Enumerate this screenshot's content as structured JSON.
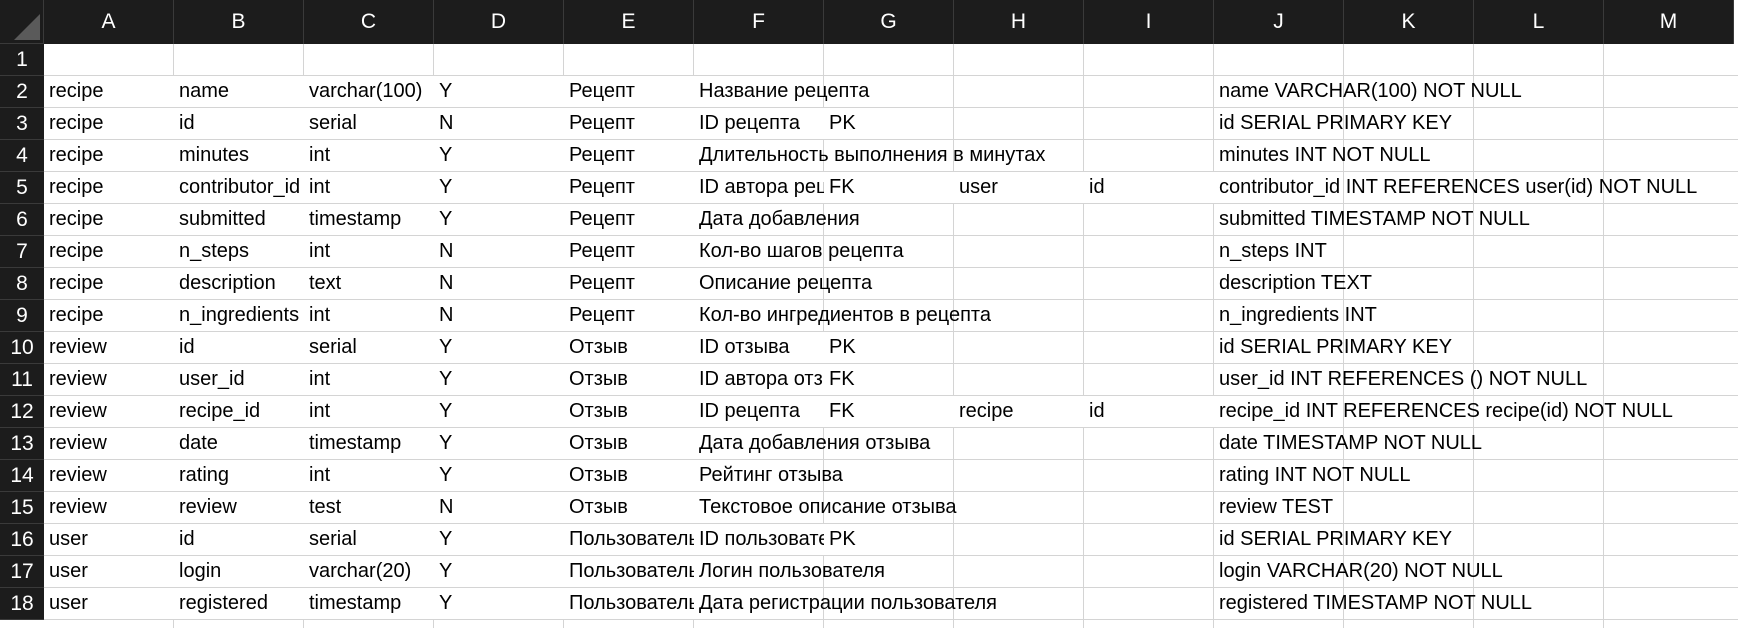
{
  "columns": [
    "A",
    "B",
    "C",
    "D",
    "E",
    "F",
    "G",
    "H",
    "I",
    "J",
    "K",
    "L",
    "M"
  ],
  "rows": [
    {
      "num": "1",
      "cells": [
        "",
        "",
        "",
        "",
        "",
        "",
        "",
        "",
        "",
        "",
        "",
        "",
        ""
      ]
    },
    {
      "num": "2",
      "cells": [
        "recipe",
        "name",
        "varchar(100)",
        "Y",
        "Рецепт",
        "Название рецепта",
        "",
        "",
        "",
        "name VARCHAR(100)  NOT NULL",
        "",
        "",
        ""
      ]
    },
    {
      "num": "3",
      "cells": [
        "recipe",
        "id",
        "serial",
        "N",
        "Рецепт",
        "ID рецепта",
        "PK",
        "",
        "",
        "id SERIAL PRIMARY KEY",
        "",
        "",
        ""
      ]
    },
    {
      "num": "4",
      "cells": [
        "recipe",
        "minutes",
        "int",
        "Y",
        "Рецепт",
        "Длительность выполнения в минутах",
        "",
        "",
        "",
        "minutes INT  NOT NULL",
        "",
        "",
        ""
      ]
    },
    {
      "num": "5",
      "cells": [
        "recipe",
        "contributor_id",
        "int",
        "Y",
        "Рецепт",
        "ID автора рецепта",
        "FK",
        "user",
        "id",
        "contributor_id INT REFERENCES user(id) NOT NULL",
        "",
        "",
        ""
      ]
    },
    {
      "num": "6",
      "cells": [
        "recipe",
        "submitted",
        "timestamp",
        "Y",
        "Рецепт",
        "Дата добавления",
        "",
        "",
        "",
        "submitted TIMESTAMP  NOT NULL",
        "",
        "",
        ""
      ]
    },
    {
      "num": "7",
      "cells": [
        "recipe",
        "n_steps",
        "int",
        "N",
        "Рецепт",
        "Кол-во шагов рецепта",
        "",
        "",
        "",
        "n_steps INT",
        "",
        "",
        ""
      ]
    },
    {
      "num": "8",
      "cells": [
        "recipe",
        "description",
        "text",
        "N",
        "Рецепт",
        "Описание рецепта",
        "",
        "",
        "",
        "description TEXT",
        "",
        "",
        ""
      ]
    },
    {
      "num": "9",
      "cells": [
        "recipe",
        "n_ingredients",
        "int",
        "N",
        "Рецепт",
        "Кол-во ингредиентов в рецепта",
        "",
        "",
        "",
        "n_ingredients INT",
        "",
        "",
        ""
      ]
    },
    {
      "num": "10",
      "cells": [
        "review",
        "id",
        "serial",
        "Y",
        "Отзыв",
        "ID отзыва",
        "PK",
        "",
        "",
        "id SERIAL PRIMARY KEY",
        "",
        "",
        ""
      ]
    },
    {
      "num": "11",
      "cells": [
        "review",
        "user_id",
        "int",
        "Y",
        "Отзыв",
        "ID автора отзыва",
        "FK",
        "",
        "",
        "user_id INT REFERENCES () NOT NULL",
        "",
        "",
        ""
      ]
    },
    {
      "num": "12",
      "cells": [
        "review",
        "recipe_id",
        "int",
        "Y",
        "Отзыв",
        "ID рецепта",
        "FK",
        "recipe",
        "id",
        "recipe_id INT REFERENCES recipe(id) NOT NULL",
        "",
        "",
        ""
      ]
    },
    {
      "num": "13",
      "cells": [
        "review",
        "date",
        "timestamp",
        "Y",
        "Отзыв",
        "Дата добавления отзыва",
        "",
        "",
        "",
        "date TIMESTAMP  NOT NULL",
        "",
        "",
        ""
      ]
    },
    {
      "num": "14",
      "cells": [
        "review",
        "rating",
        "int",
        "Y",
        "Отзыв",
        "Рейтинг отзыва",
        "",
        "",
        "",
        "rating INT  NOT NULL",
        "",
        "",
        ""
      ]
    },
    {
      "num": "15",
      "cells": [
        "review",
        "review",
        "test",
        "N",
        "Отзыв",
        "Текстовое описание отзыва",
        "",
        "",
        "",
        "review TEST",
        "",
        "",
        ""
      ]
    },
    {
      "num": "16",
      "cells": [
        "user",
        "id",
        "serial",
        "Y",
        "Пользователь",
        "ID пользователя",
        "PK",
        "",
        "",
        "id SERIAL PRIMARY KEY",
        "",
        "",
        ""
      ]
    },
    {
      "num": "17",
      "cells": [
        "user",
        "login",
        "varchar(20)",
        "Y",
        "Пользователь",
        "Логин пользователя",
        "",
        "",
        "",
        "login VARCHAR(20)  NOT NULL",
        "",
        "",
        ""
      ]
    },
    {
      "num": "18",
      "cells": [
        "user",
        "registered",
        "timestamp",
        "Y",
        "Пользователь",
        "Дата регистрации пользователя",
        "",
        "",
        "",
        "registered TIMESTAMP  NOT NULL",
        "",
        "",
        ""
      ]
    }
  ]
}
